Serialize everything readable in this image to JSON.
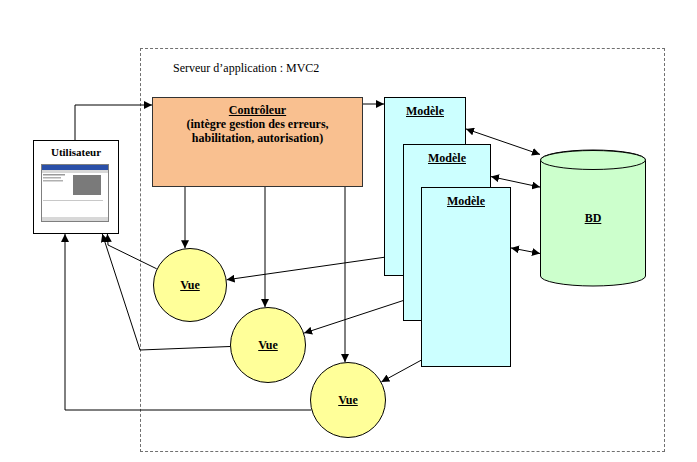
{
  "diagram": {
    "nodes": [
      {
        "text": [
          "Serveur d’application : MVC2"
        ]
      },
      {
        "text": [
          "Utilisateur"
        ]
      },
      {
        "text": [
          "Contrôleur",
          "(intègre gestion des erreurs, habilitation, autorisation)"
        ],
        "in": 0
      },
      {
        "text": [
          "Modèle"
        ],
        "in": 0
      },
      {
        "text": [
          "Modèle"
        ],
        "in": 0
      },
      {
        "text": [
          "Modèle"
        ],
        "in": 0
      },
      {
        "text": [
          "BD"
        ],
        "in": 0
      },
      {
        "text": [
          "Vue"
        ],
        "in": 0
      },
      {
        "text": [
          "Vue"
        ],
        "in": 0
      },
      {
        "text": [
          "Vue"
        ],
        "in": 0
      }
    ],
    "edges": [
      {
        "from": 1,
        "to": 2,
        "arrow": "to"
      },
      {
        "from": 2,
        "to": 3,
        "arrow": "to"
      },
      {
        "from": 2,
        "to": 7,
        "arrow": "to"
      },
      {
        "from": 2,
        "to": 8,
        "arrow": "to"
      },
      {
        "from": 2,
        "to": 9,
        "arrow": "to"
      },
      {
        "from": 3,
        "to": 6,
        "arrow": "both"
      },
      {
        "from": 4,
        "to": 6,
        "arrow": "both"
      },
      {
        "from": 5,
        "to": 6,
        "arrow": "both"
      },
      {
        "from": 3,
        "to": 7,
        "arrow": "to"
      },
      {
        "from": 4,
        "to": 8,
        "arrow": "to"
      },
      {
        "from": 5,
        "to": 9,
        "arrow": "to"
      },
      {
        "from": 7,
        "to": 1,
        "arrow": "to"
      },
      {
        "from": 8,
        "to": 1,
        "arrow": "to"
      },
      {
        "from": 9,
        "to": 1,
        "arrow": "to"
      }
    ]
  }
}
